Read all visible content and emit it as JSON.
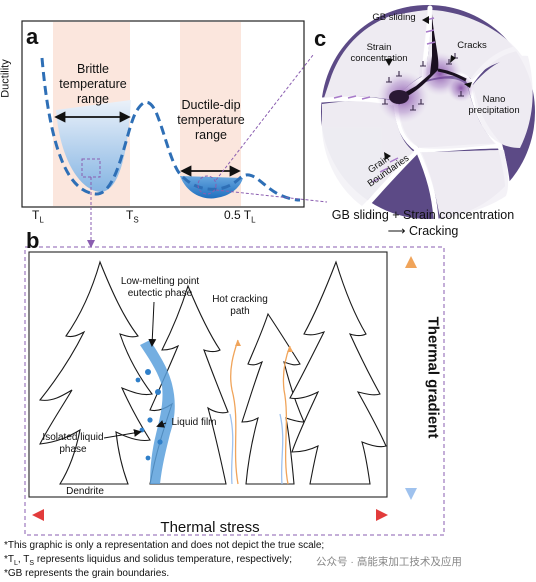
{
  "panel_a": {
    "letter": "a",
    "ylabel": "Ductility",
    "brittle_label": "Brittle temperature range",
    "ductile_label": "Ductile-dip temperature range",
    "ticks": {
      "tl": "T",
      "tl_sub": "L",
      "ts": "T",
      "ts_sub": "S",
      "half_tl": "0.5 T",
      "half_tl_sub": "L"
    }
  },
  "panel_b": {
    "letter": "b",
    "eutectic_label": "Low-melting point eutectic phase",
    "hot_cracking_label": "Hot cracking path",
    "liquid_film_label": "Liquid film",
    "isolated_label": "Isolated liquid phase",
    "dendrite_label": "Dendrite",
    "thermal_gradient_label": "Thermal gradient",
    "thermal_stress_label": "Thermal stress"
  },
  "panel_c": {
    "letter": "c",
    "gb_sliding_label": "GB sliding",
    "strain_concentration_label": "Strain concentration",
    "cracks_label": "Cracks",
    "nano_label": "Nano precipitation",
    "grain_boundaries_label": "Grain Boundaries",
    "caption_line1": "GB sliding + Strain concentration",
    "caption_line2": "⟶ Cracking"
  },
  "footnotes": [
    "*This graphic is only a representation and does not depict the true scale;",
    "*T",
    "L",
    ", T",
    "S",
    " represents liquidus and solidus temperature, respectively;",
    "*GB represents the grain boundaries."
  ],
  "watermark": "公众号 · 高能束加工技术及应用",
  "colors": {
    "curve_blue": "#2e6fb6",
    "band_pink": "#f9e3d9",
    "fill_blue": "#3f8ed1",
    "purple": "#7a4a9e",
    "arrow_red": "#d63a3a",
    "arrow_orange": "#f0a45a",
    "arrow_blue": "#a8c6ec"
  }
}
